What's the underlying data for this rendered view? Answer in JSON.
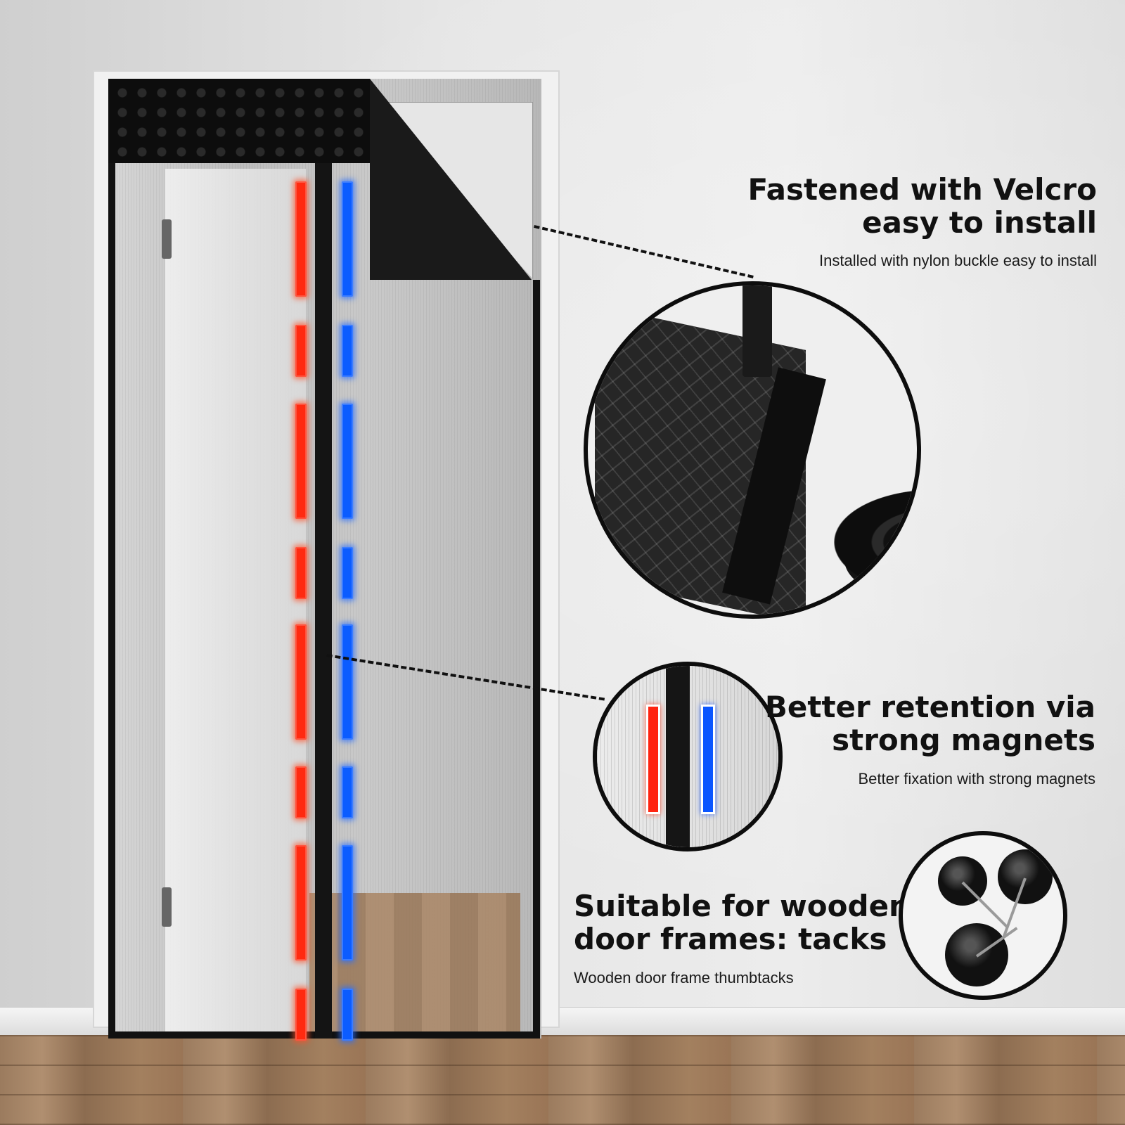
{
  "callouts": {
    "velcro": {
      "title_line1": "Fastened with Velcro",
      "title_line2": "easy to install",
      "subtitle": "Installed with nylon buckle easy to install"
    },
    "magnets": {
      "title_line1": "Better retention via",
      "title_line2": "strong magnets",
      "subtitle": "Better fixation with strong magnets"
    },
    "tacks": {
      "title_line1": "Suitable for wooden",
      "title_line2": "door frames: tacks",
      "subtitle": "Wooden door frame thumbtacks"
    }
  },
  "colors": {
    "magnet_red": "#ff2a10",
    "magnet_blue": "#0b5cff",
    "text": "#111111",
    "screen_border": "#111111"
  },
  "icons": {
    "velcro_circle": "velcro-roll-icon",
    "magnet_circle": "magnet-strip-icon",
    "tack_circle": "thumbtack-icon"
  }
}
